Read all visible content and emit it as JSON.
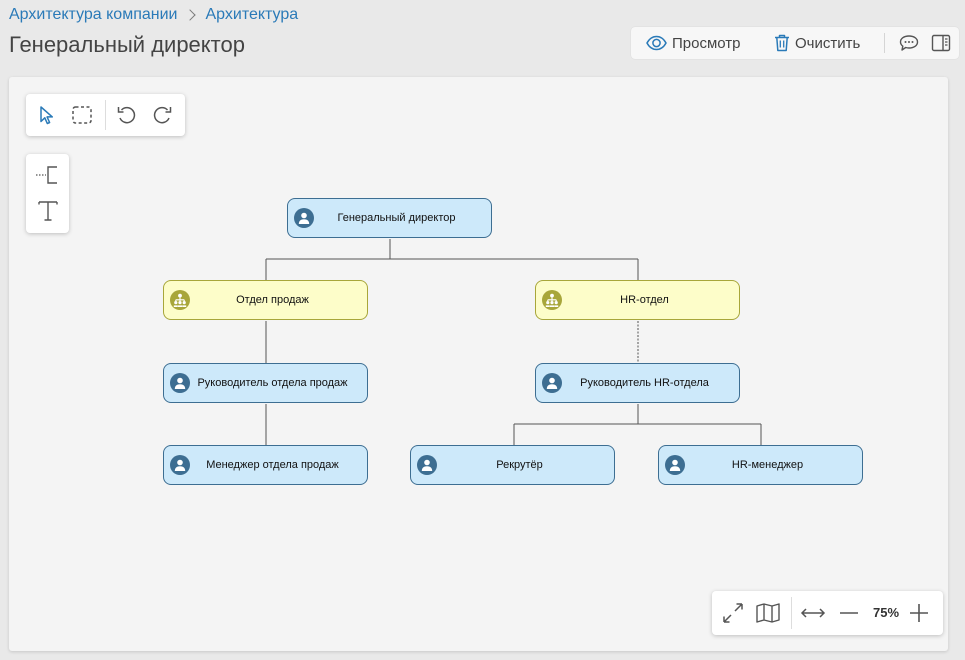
{
  "breadcrumb": {
    "items": [
      {
        "label": "Архитектура компании"
      },
      {
        "label": "Архитектура"
      }
    ]
  },
  "page": {
    "title": "Генеральный директор"
  },
  "toolbar": {
    "preview_label": "Просмотр",
    "clear_label": "Очистить"
  },
  "icons": {
    "preview": "eye-icon",
    "clear": "trash-icon",
    "comments": "comment-icon",
    "panel": "side-panel-icon",
    "select": "cursor-icon",
    "area_select": "dashed-rect-icon",
    "undo": "undo-icon",
    "redo": "redo-icon",
    "connector": "connector-icon",
    "text": "text-icon",
    "fullscreen": "expand-icon",
    "minimap": "map-icon",
    "fit": "fit-width-icon",
    "zoom_out": "minus-icon",
    "zoom_in": "plus-icon"
  },
  "colors": {
    "link": "#2a7ab8",
    "person_fill": "#cde9fa",
    "person_border": "#3d6e92",
    "dept_fill": "#fdfdc9",
    "dept_border": "#a8a63a",
    "active_tool": "#2a7ab8"
  },
  "chart": {
    "nodes": [
      {
        "id": "ceo",
        "type": "person",
        "label": "Генеральный директор"
      },
      {
        "id": "sales",
        "type": "dept",
        "label": "Отдел продаж"
      },
      {
        "id": "hr",
        "type": "dept",
        "label": "HR-отдел"
      },
      {
        "id": "sales_head",
        "type": "person",
        "label": "Руководитель отдела продаж"
      },
      {
        "id": "hr_head",
        "type": "person",
        "label": "Руководитель HR-отдела"
      },
      {
        "id": "sales_manager",
        "type": "person",
        "label": "Менеджер отдела продаж"
      },
      {
        "id": "recruiter",
        "type": "person",
        "label": "Рекрутёр"
      },
      {
        "id": "hr_manager",
        "type": "person",
        "label": "HR-менеджер"
      }
    ]
  },
  "zoom": {
    "value": "75%"
  }
}
